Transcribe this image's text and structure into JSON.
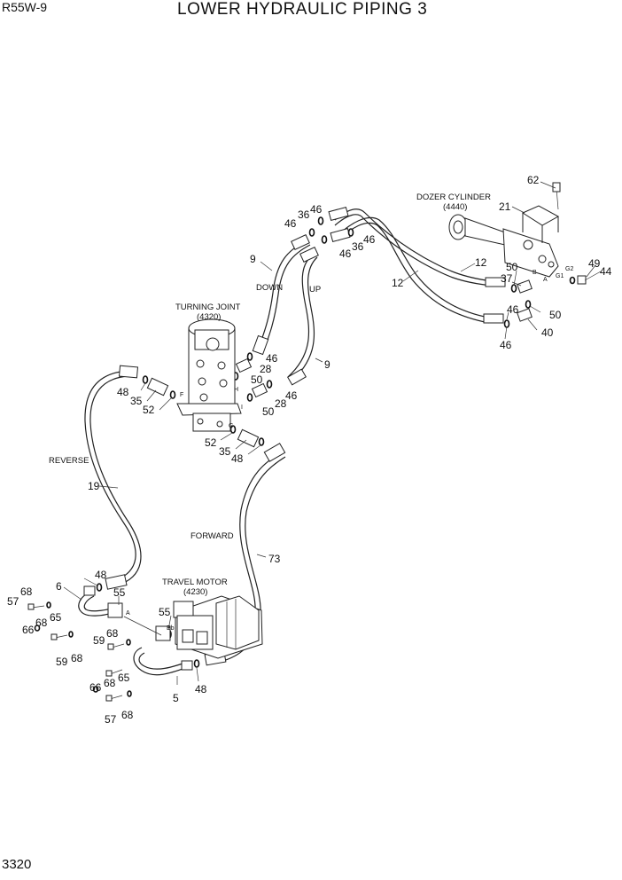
{
  "header": {
    "model": "R55W-9",
    "title": "LOWER HYDRAULIC PIPING 3"
  },
  "footer": {
    "page_number": "3320"
  },
  "labels": {
    "dozer_cylinder": "DOZER CYLINDER",
    "dozer_cylinder_code": "(4440)",
    "turning_joint": "TURNING JOINT",
    "turning_joint_code": "(4320)",
    "travel_motor": "TRAVEL MOTOR",
    "travel_motor_code": "(4230)",
    "down": "DOWN",
    "up": "UP",
    "reverse": "REVERSE",
    "forward": "FORWARD"
  },
  "ports": {
    "a": "A",
    "b": "B",
    "g1": "G1",
    "g2": "G2",
    "f": "F",
    "h": "H",
    "i": "I",
    "g": "G",
    "bb": "Bb"
  },
  "callouts": {
    "c62": "62",
    "c21": "21",
    "c49": "49",
    "c44": "44",
    "c12a": "12",
    "c12b": "12",
    "c50a": "50",
    "c37": "37",
    "c50b": "50",
    "c46dz": "46",
    "c40": "40",
    "c46dz2": "46",
    "c46t1": "46",
    "c36a": "36",
    "c46t2": "46",
    "c36b": "36",
    "c46t3": "46",
    "c46t4": "46",
    "c9a": "9",
    "c9b": "9",
    "c46m1": "46",
    "c28a": "28",
    "c50m1": "50",
    "c46m2": "46",
    "c28b": "28",
    "c50m2": "50",
    "c48a": "48",
    "c35a": "35",
    "c52a": "52",
    "c52b": "52",
    "c35b": "35",
    "c48b": "48",
    "c19": "19",
    "c73": "73",
    "c48c": "48",
    "c6": "6",
    "c55a": "55",
    "c68a": "68",
    "c57a": "57",
    "c65a": "65",
    "c68b": "68",
    "c66a": "66",
    "c59a": "59",
    "c68c": "68",
    "c59b": "59",
    "c68d": "68",
    "c55b": "55",
    "c66b": "66",
    "c68e": "68",
    "c65b": "65",
    "c57b": "57",
    "c68f": "68",
    "c5": "5",
    "c48d": "48"
  }
}
